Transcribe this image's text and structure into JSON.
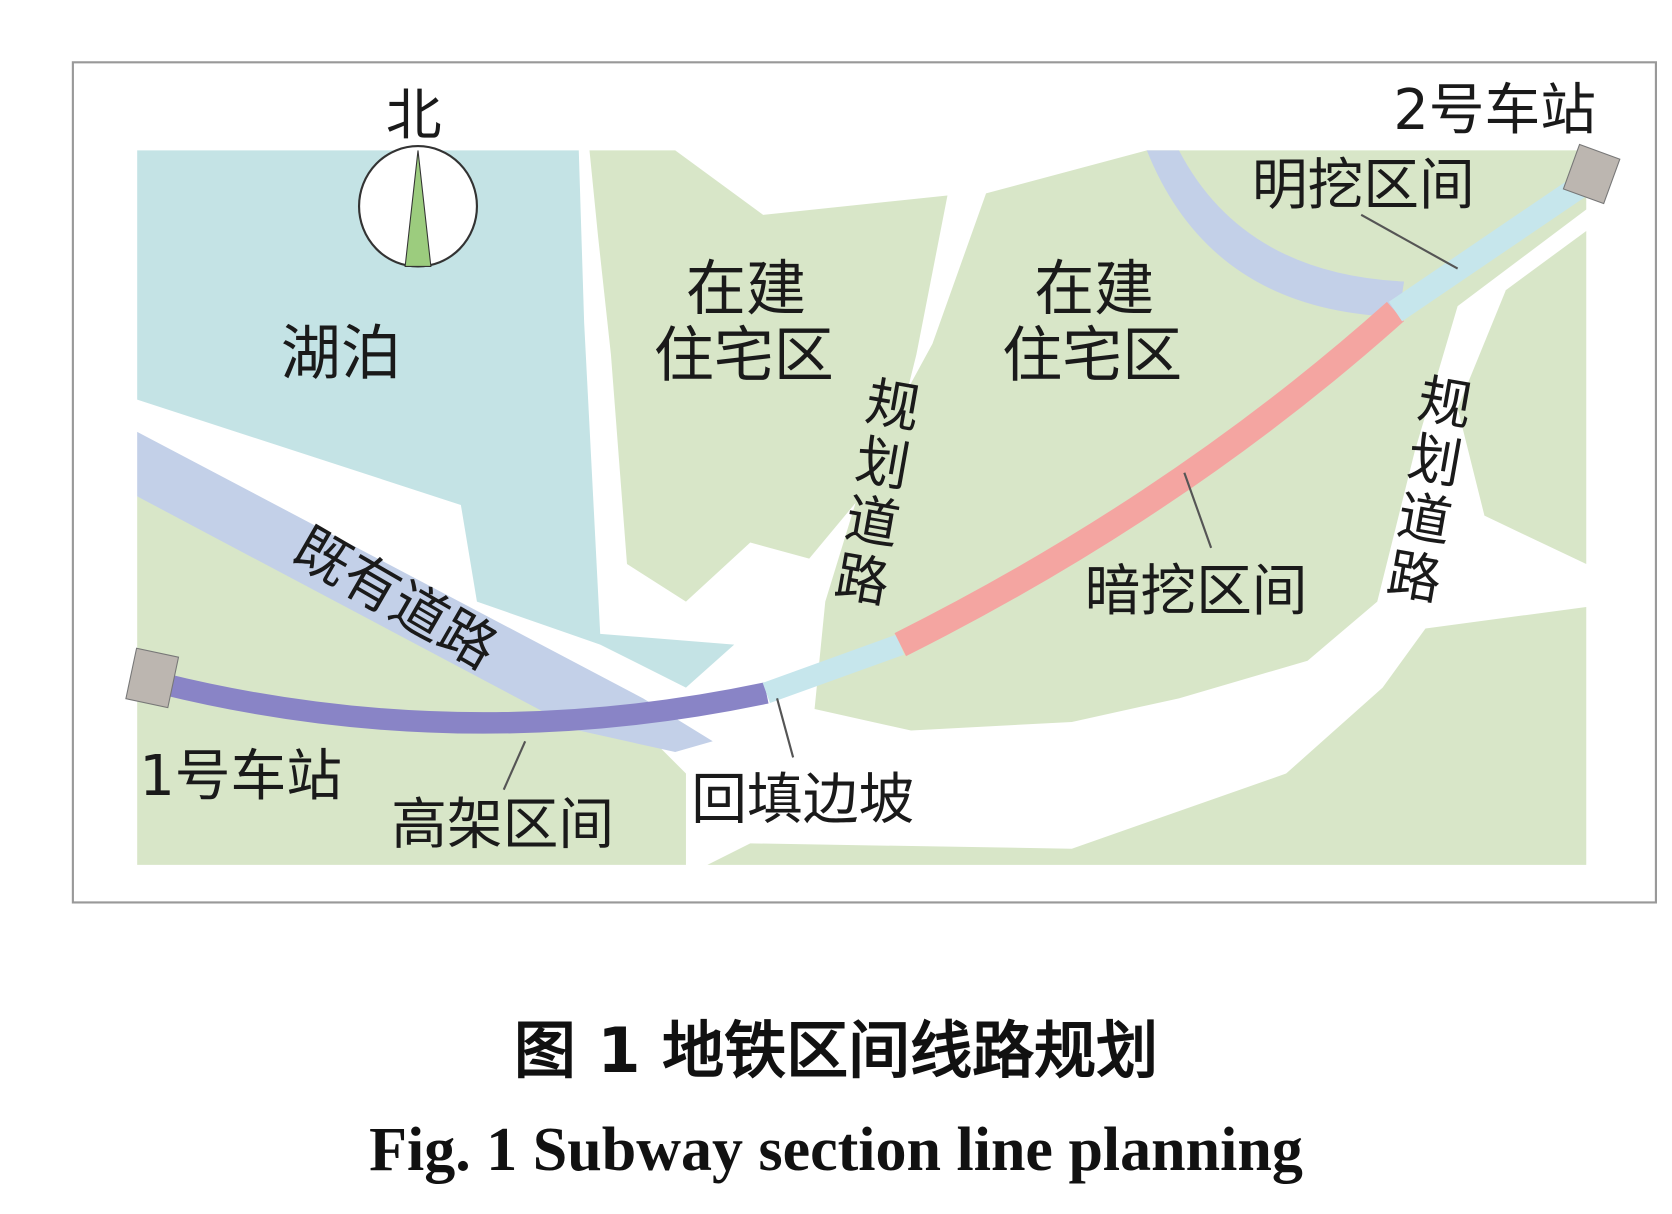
{
  "map": {
    "north": "北",
    "lake": "湖泊",
    "residential_1": [
      "在建",
      "住宅区"
    ],
    "residential_2": [
      "在建",
      "住宅区"
    ],
    "planned_road_1": [
      "规",
      "划",
      "道",
      "路"
    ],
    "planned_road_2": [
      "规",
      "划",
      "道",
      "路"
    ],
    "existing_road": "既有道路",
    "station_1": "1号车站",
    "station_2": "2号车站",
    "elevated_section": "高架区间",
    "backfill_slope": "回填边坡",
    "cut_cover_section": "明挖区间",
    "mined_section": "暗挖区间"
  },
  "colors": {
    "green": "#d8e6c8",
    "lake": "#c4e3e5",
    "road": "#c3d0e8",
    "elevated": "#8984c6",
    "open_cut": "#c6e6ec",
    "mined": "#f4a5a1",
    "station": "#bcb6b0"
  },
  "caption": {
    "cn": "图 1    地铁区间线路规划",
    "en": "Fig.  1    Subway section line planning"
  }
}
